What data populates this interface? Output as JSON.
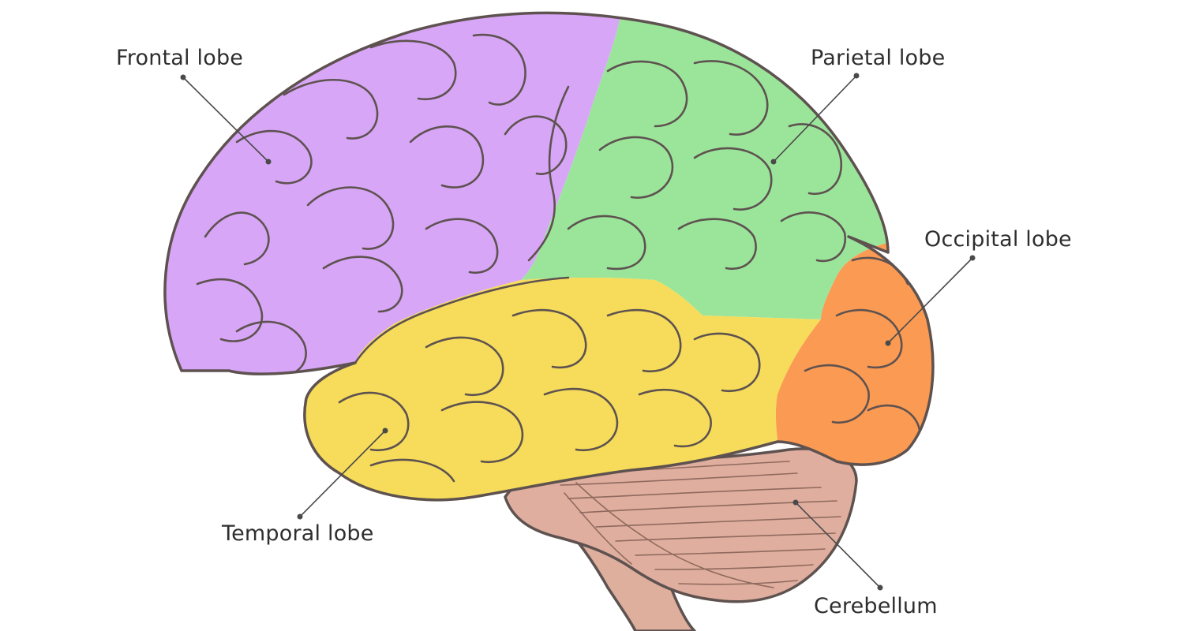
{
  "labels": {
    "frontal": "Frontal lobe",
    "parietal": "Parietal lobe",
    "occipital": "Occipital lobe",
    "temporal": "Temporal lobe",
    "cerebellum": "Cerebellum"
  },
  "colors": {
    "frontal": "#d8a6f7",
    "parietal": "#9be59b",
    "occipital": "#fb9a52",
    "temporal": "#f6dc5a",
    "cerebellum": "#dfae9f",
    "brainstem": "#deaf9d",
    "outline": "#5e5250"
  }
}
